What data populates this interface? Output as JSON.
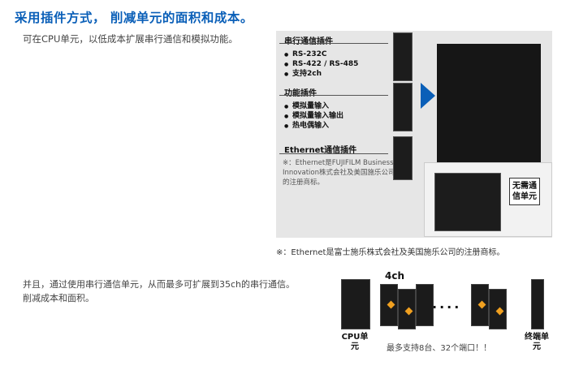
{
  "header": {
    "title": "采用插件方式， 削减单元的面积和成本。",
    "subtitle": "可在CPU单元，以低成本扩展串行通信和模拟功能。"
  },
  "figure1": {
    "serial": {
      "title": "串行通信插件",
      "items": [
        "RS-232C",
        "RS-422 / RS-485",
        "支持2ch"
      ]
    },
    "func": {
      "title": "功能插件",
      "items": [
        "模拟量输入",
        "模拟量输入输出",
        "热电偶输入"
      ]
    },
    "ethernet": {
      "title": "Ethernet通信插件",
      "note": "※：Ethernet是FUJIFILM Business Innovation株式会社及美国施乐公司的注册商标。"
    },
    "no_comm_label": "无需通信单元"
  },
  "footnote": "※：Ethernet是富士施乐株式会社及美国施乐公司的注册商标。",
  "para2": {
    "line1": "并且，通过使用串行通信单元，从而最多可扩展到35ch的串行通信。",
    "line2": "削减成本和面积。"
  },
  "figure2": {
    "ch_label": "4ch",
    "cpu_label": "CPU单元",
    "term_label": "终端单元",
    "caption": "最多支持8台、32个端口！！"
  },
  "colors": {
    "accent": "#0a5fb8",
    "orange": "#f0a020"
  }
}
